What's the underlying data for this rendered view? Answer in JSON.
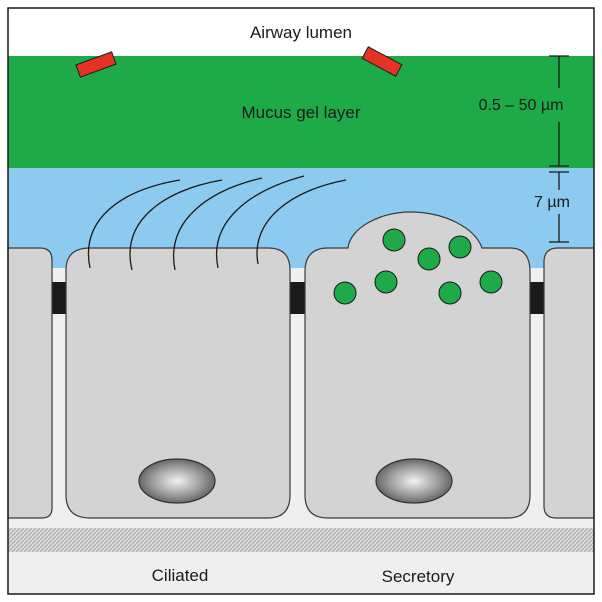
{
  "labels": {
    "airway_lumen": "Airway lumen",
    "mucus_gel_layer": "Mucus gel layer",
    "mucus_thickness": "0.5 – 50 µm",
    "pcl_thickness": "7 µm",
    "ciliated": "Ciliated",
    "secretory": "Secretory"
  },
  "colors": {
    "mucus": "#1faa4a",
    "periciliary": "#8ccaef",
    "cell": "#d3d3d3",
    "tight_junction": "#1a1a1a",
    "particle": "#e53227",
    "granule": "#1faa4a",
    "basement": "#cfcfcf"
  }
}
